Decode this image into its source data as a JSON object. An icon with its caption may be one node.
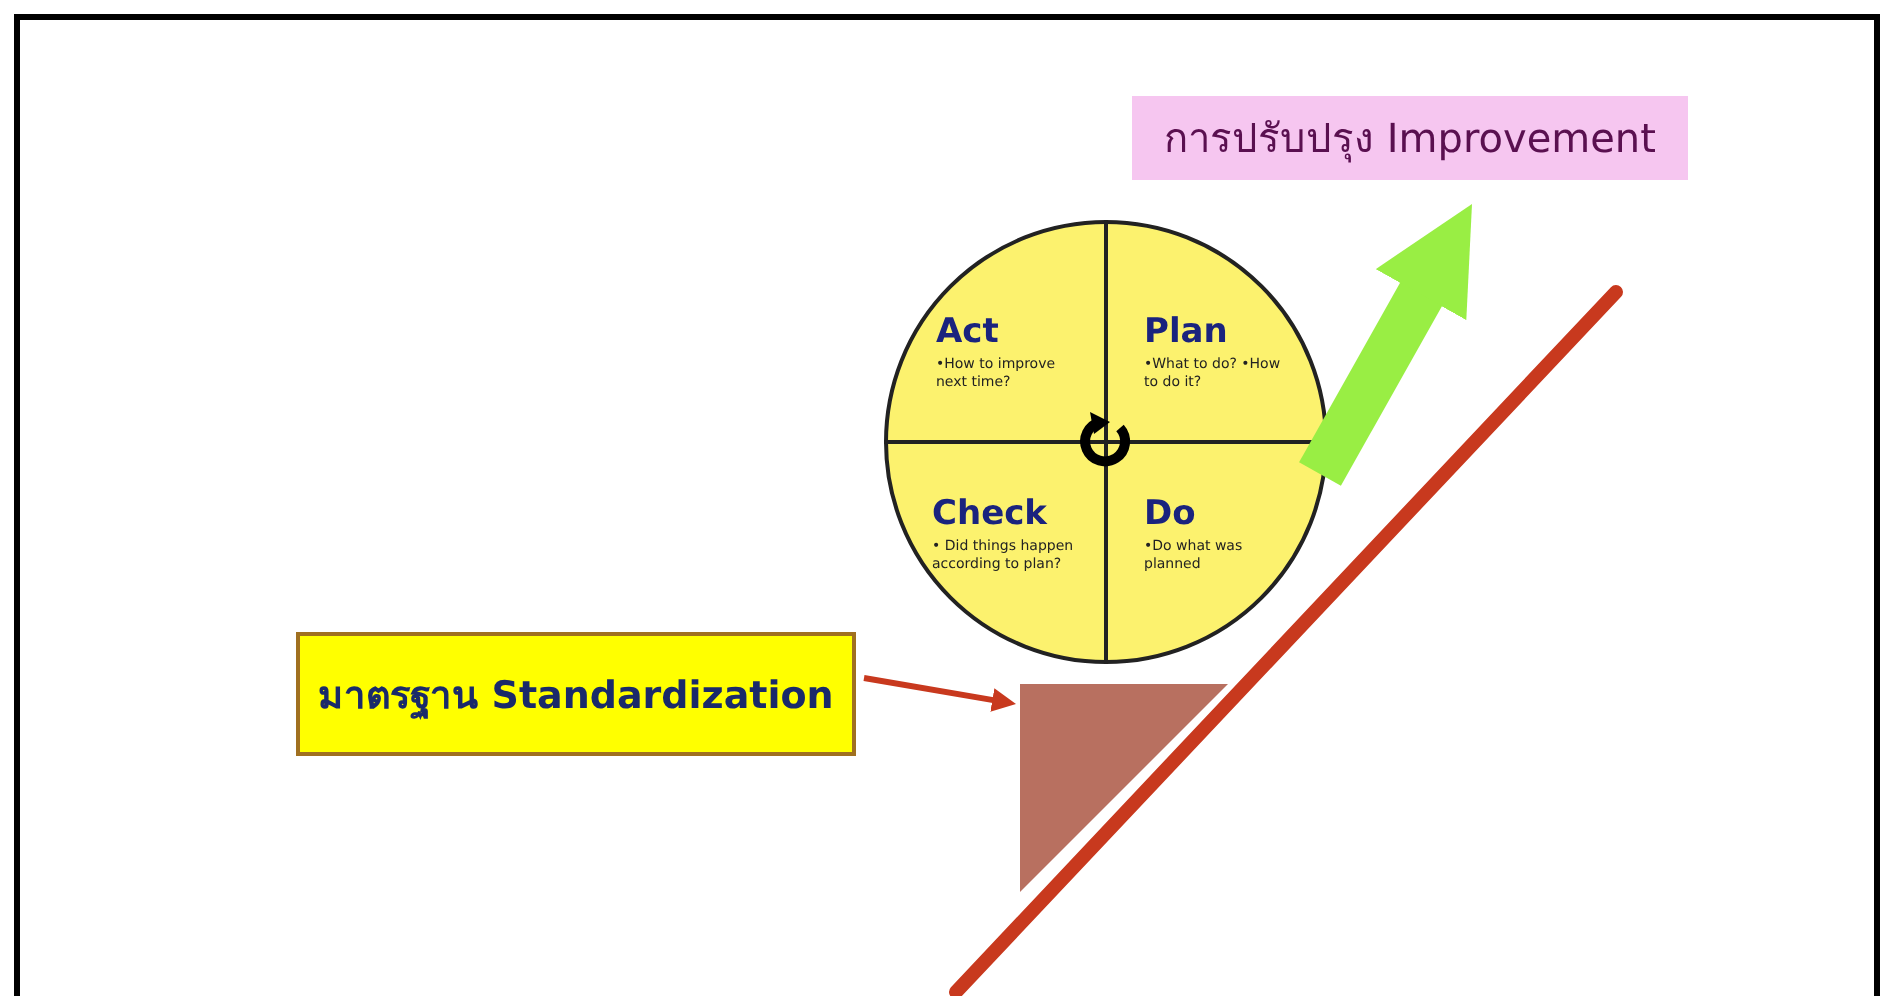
{
  "diagram": {
    "nodes": [
      {
        "text": [
          "การปรับปรุง Improvement"
        ]
      },
      {
        "text": [
          "มาตรฐาน Standardization"
        ]
      },
      {
        "text": [],
        "shape": "circle"
      },
      {
        "text": [
          "Act",
          "•How to improve next time?"
        ],
        "in": 2
      },
      {
        "text": [
          "Plan",
          "•What to do? •How to do it?"
        ],
        "in": 2
      },
      {
        "text": [
          "Check",
          "• Did things happen according to plan?"
        ],
        "in": 2
      },
      {
        "text": [
          "Do",
          "•Do what was planned"
        ],
        "in": 2
      },
      {
        "text": [],
        "shape": "wedge"
      }
    ],
    "edges": [
      {
        "from": 1,
        "to": 7,
        "arrow": "to",
        "color": "#c8391e"
      },
      {
        "from": 2,
        "to": 0,
        "arrow": "to",
        "style": "thick",
        "color": "#99ee44"
      }
    ]
  }
}
